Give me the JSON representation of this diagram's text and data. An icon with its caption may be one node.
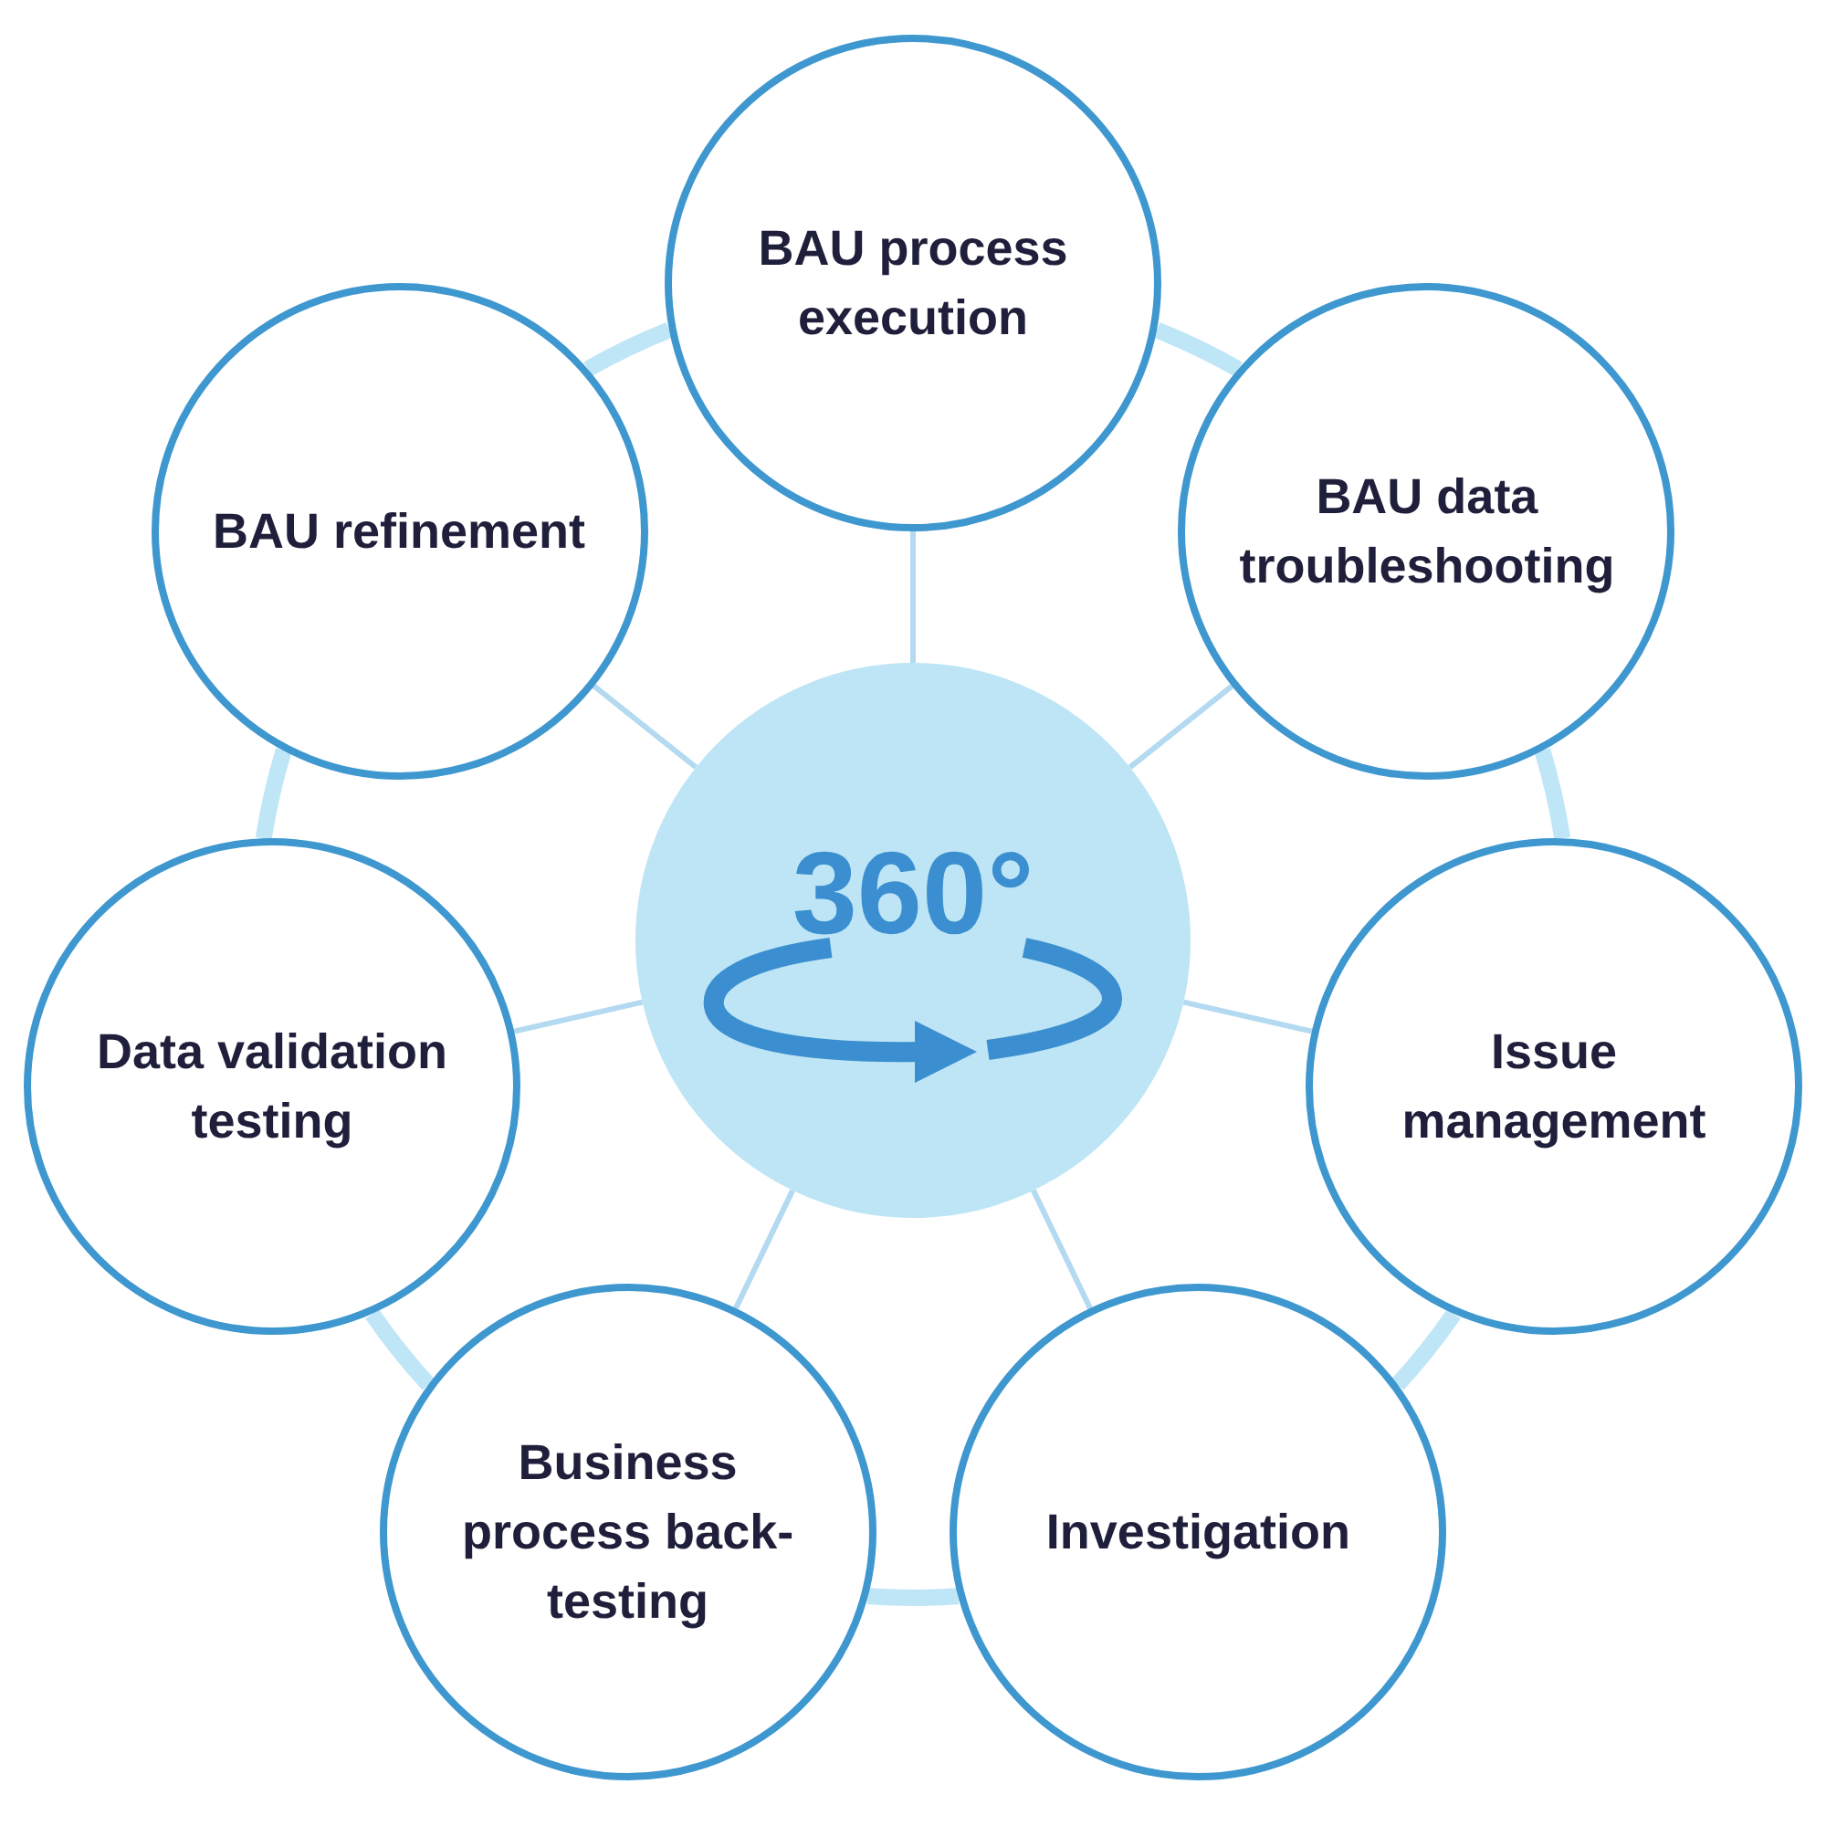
{
  "diagram": {
    "nodes": [
      {
        "text": [
          "360°"
        ]
      },
      {
        "text": [
          "BAU process execution"
        ]
      },
      {
        "text": [
          "BAU refinement"
        ]
      },
      {
        "text": [
          "BAU data troubleshooting"
        ]
      },
      {
        "text": [
          "Data validation testing"
        ]
      },
      {
        "text": [
          "Issue management"
        ]
      },
      {
        "text": [
          "Business process back-testing"
        ]
      },
      {
        "text": [
          "Investigation"
        ]
      }
    ],
    "edges": [
      {
        "from": 0,
        "to": 1,
        "arrow": "none"
      },
      {
        "from": 0,
        "to": 2,
        "arrow": "none"
      },
      {
        "from": 0,
        "to": 3,
        "arrow": "none"
      },
      {
        "from": 0,
        "to": 4,
        "arrow": "none"
      },
      {
        "from": 0,
        "to": 5,
        "arrow": "none"
      },
      {
        "from": 0,
        "to": 6,
        "arrow": "none"
      },
      {
        "from": 0,
        "to": 7,
        "arrow": "none"
      },
      {
        "from": 1,
        "to": 3,
        "arrow": "none",
        "style": "thick",
        "color": "#bfe6f7"
      },
      {
        "from": 3,
        "to": 5,
        "arrow": "none",
        "style": "thick",
        "color": "#bfe6f7"
      },
      {
        "from": 5,
        "to": 7,
        "arrow": "none",
        "style": "thick",
        "color": "#bfe6f7"
      },
      {
        "from": 7,
        "to": 6,
        "arrow": "none",
        "style": "thick",
        "color": "#bfe6f7"
      },
      {
        "from": 6,
        "to": 4,
        "arrow": "none",
        "style": "thick",
        "color": "#bfe6f7"
      },
      {
        "from": 4,
        "to": 2,
        "arrow": "none",
        "style": "thick",
        "color": "#bfe6f7"
      },
      {
        "from": 2,
        "to": 1,
        "arrow": "none",
        "style": "thick",
        "color": "#bfe6f7"
      }
    ]
  }
}
